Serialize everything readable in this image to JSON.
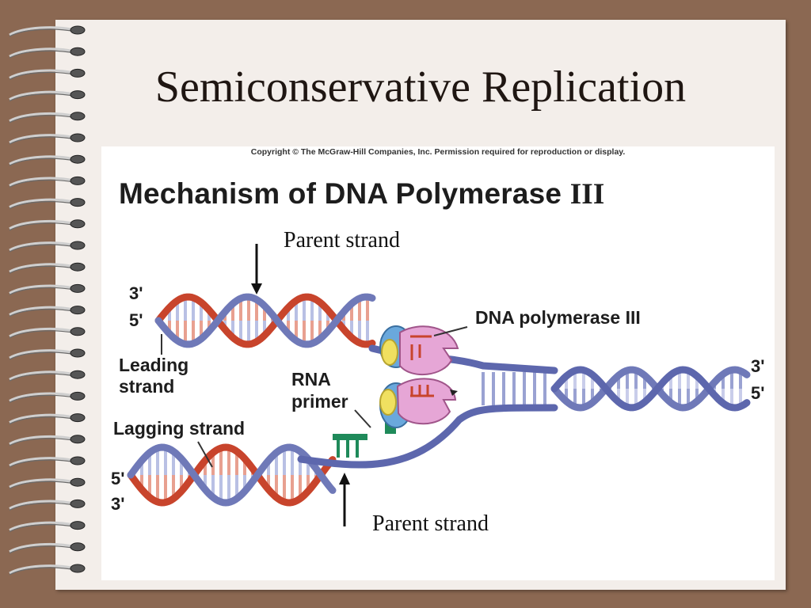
{
  "slide": {
    "title": "Semiconservative Replication"
  },
  "figure": {
    "copyright": "Copyright © The McGraw-Hill Companies, Inc. Permission required for reproduction or display.",
    "title_main": "Mechanism of DNA Polymerase ",
    "title_roman": "III",
    "labels": {
      "parent_strand_top": "Parent strand",
      "parent_strand_bottom": "Parent strand",
      "dna_polymerase": "DNA polymerase III",
      "leading_line1": "Leading",
      "leading_line2": "strand",
      "rna_line1": "RNA",
      "rna_line2": "primer",
      "lagging": "Lagging strand",
      "top_left_3": "3'",
      "top_left_5": "5'",
      "right_3": "3'",
      "right_5": "5'",
      "bottom_left_5": "5'",
      "bottom_left_3": "3'"
    }
  },
  "colors": {
    "background": "#8b6852",
    "paper": "#f3eeea",
    "new_strand": "#c8442c",
    "parent_strand": "#6f79b8",
    "primer": "#1f8a5a",
    "polymerase": "#e6a6d6"
  }
}
